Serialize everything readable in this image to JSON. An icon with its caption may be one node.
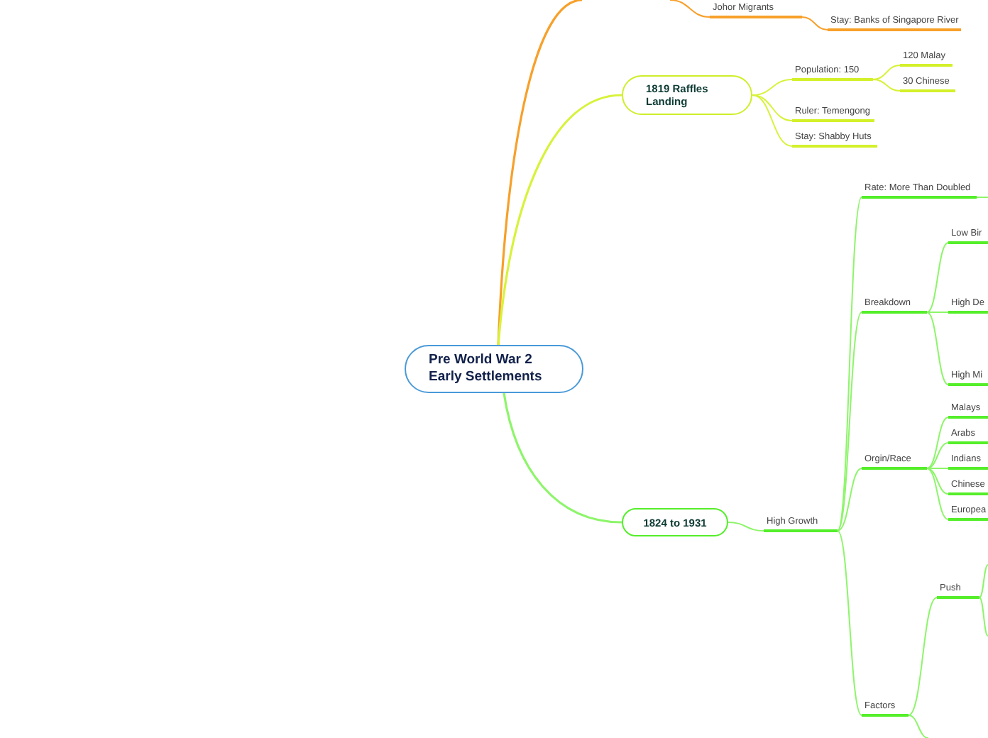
{
  "diagram": {
    "nodes": [
      {
        "text": [
          "Pre World War 2 Early Settlements"
        ]
      },
      {
        "text": [
          "Johor Migrants"
        ]
      },
      {
        "text": [
          "Stay: Banks of Singapore River"
        ]
      },
      {
        "text": [
          "1819 Raffles Landing"
        ]
      },
      {
        "text": [
          "Population: 150"
        ]
      },
      {
        "text": [
          "120 Malay"
        ]
      },
      {
        "text": [
          "30 Chinese"
        ]
      },
      {
        "text": [
          "Ruler: Temengong"
        ]
      },
      {
        "text": [
          "Stay: Shabby Huts"
        ]
      },
      {
        "text": [
          "1824 to 1931"
        ]
      },
      {
        "text": [
          "High Growth"
        ]
      },
      {
        "text": [
          "Rate: More Than Doubled"
        ]
      },
      {
        "text": [
          "Breakdown"
        ]
      },
      {
        "text": [
          "Low Bir"
        ]
      },
      {
        "text": [
          "High De"
        ]
      },
      {
        "text": [
          "High Mi"
        ]
      },
      {
        "text": [
          "Orgin/Race"
        ]
      },
      {
        "text": [
          "Malays"
        ]
      },
      {
        "text": [
          "Arabs"
        ]
      },
      {
        "text": [
          "Indians"
        ]
      },
      {
        "text": [
          "Chinese"
        ]
      },
      {
        "text": [
          "Europea"
        ]
      },
      {
        "text": [
          "Push"
        ]
      },
      {
        "text": [
          "Factors"
        ]
      }
    ],
    "edges": [
      {
        "from": 0,
        "to": null,
        "arrow": "none",
        "color": "#f7a02a"
      },
      {
        "from": 1,
        "to": null,
        "arrow": "none",
        "color": "#f7a02a"
      },
      {
        "from": 1,
        "to": 2,
        "arrow": "none",
        "color": "#f7a02a"
      },
      {
        "from": 0,
        "to": 3,
        "arrow": "none",
        "color": "#d8f23a"
      },
      {
        "from": 3,
        "to": 4,
        "arrow": "none",
        "color": "#d8f23a"
      },
      {
        "from": 4,
        "to": 5,
        "arrow": "none",
        "color": "#d8f23a"
      },
      {
        "from": 4,
        "to": 6,
        "arrow": "none",
        "color": "#d8f23a"
      },
      {
        "from": 3,
        "to": 7,
        "arrow": "none",
        "color": "#d8f23a"
      },
      {
        "from": 3,
        "to": 8,
        "arrow": "none",
        "color": "#d8f23a"
      },
      {
        "from": 0,
        "to": 9,
        "arrow": "none"
      },
      {
        "from": 9,
        "to": 10,
        "arrow": "none"
      },
      {
        "from": 10,
        "to": 11,
        "arrow": "none"
      },
      {
        "from": 11,
        "to": null,
        "arrow": "none"
      },
      {
        "from": 10,
        "to": 12,
        "arrow": "none"
      },
      {
        "from": 12,
        "to": 13,
        "arrow": "none"
      },
      {
        "from": 12,
        "to": 14,
        "arrow": "none"
      },
      {
        "from": 12,
        "to": 15,
        "arrow": "none"
      },
      {
        "from": 10,
        "to": 16,
        "arrow": "none"
      },
      {
        "from": 16,
        "to": 17,
        "arrow": "none"
      },
      {
        "from": 16,
        "to": 18,
        "arrow": "none"
      },
      {
        "from": 16,
        "to": 19,
        "arrow": "none"
      },
      {
        "from": 16,
        "to": 20,
        "arrow": "none"
      },
      {
        "from": 16,
        "to": 21,
        "arrow": "none"
      },
      {
        "from": 10,
        "to": 23,
        "arrow": "none"
      },
      {
        "from": 23,
        "to": 22,
        "arrow": "none"
      },
      {
        "from": 22,
        "to": null,
        "arrow": "none"
      },
      {
        "from": 22,
        "to": null,
        "arrow": "none"
      },
      {
        "from": 23,
        "to": null,
        "arrow": "none"
      }
    ]
  }
}
